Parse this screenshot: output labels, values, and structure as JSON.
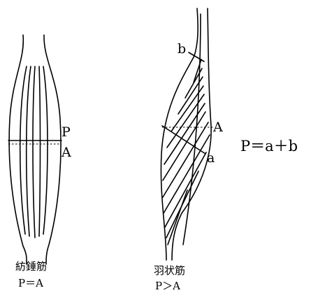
{
  "fusiform": {
    "point_p": "P",
    "point_a": "A",
    "caption_name": "紡錘筋",
    "caption_formula": "P＝A"
  },
  "pennate": {
    "point_b": "b",
    "point_a_upper": "A",
    "point_a_lower": "a",
    "caption_name": "羽状筋",
    "caption_formula": "P＞A"
  },
  "formula": "P＝a＋b"
}
